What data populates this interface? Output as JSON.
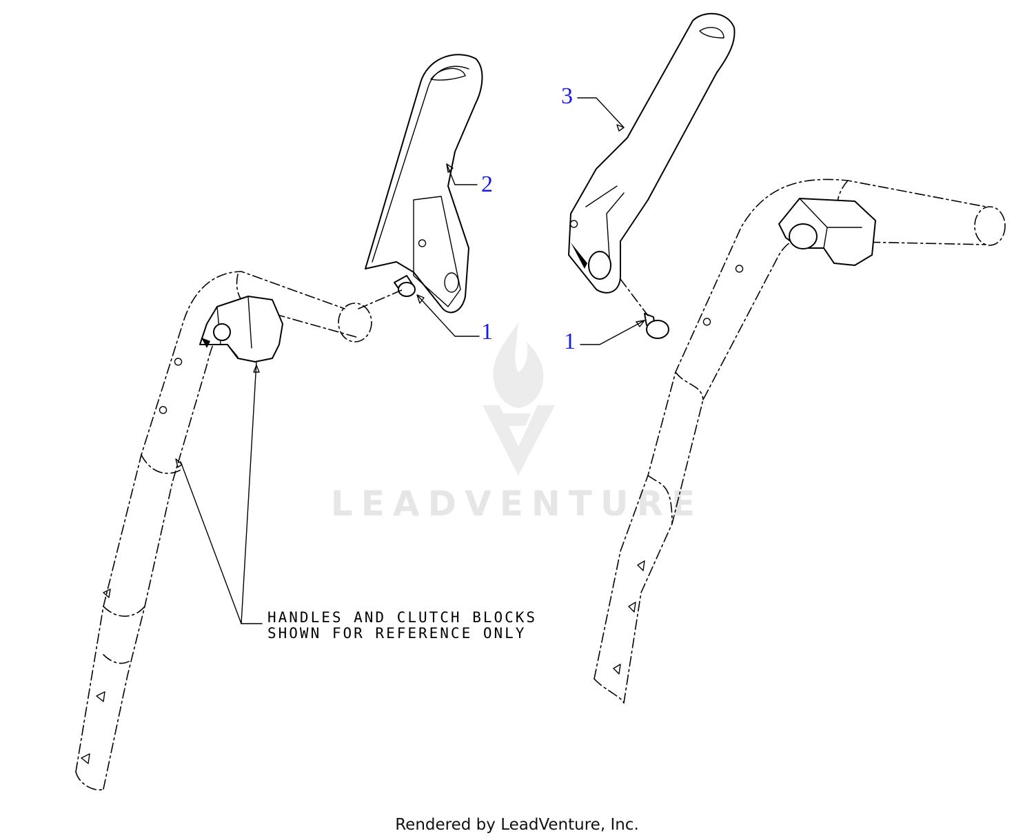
{
  "callouts": [
    {
      "label": "1"
    },
    {
      "label": "2"
    },
    {
      "label": "1"
    },
    {
      "label": "3"
    }
  ],
  "note": {
    "line1": "HANDLES AND CLUTCH BLOCKS",
    "line2": "SHOWN FOR REFERENCE ONLY"
  },
  "watermark": {
    "text": "LEADVENTURE"
  },
  "footer": {
    "text": "Rendered by LeadVenture, Inc."
  },
  "colors": {
    "callout_number": "#1a1ae6",
    "line": "#000000",
    "watermark": "#e6e6e6"
  }
}
